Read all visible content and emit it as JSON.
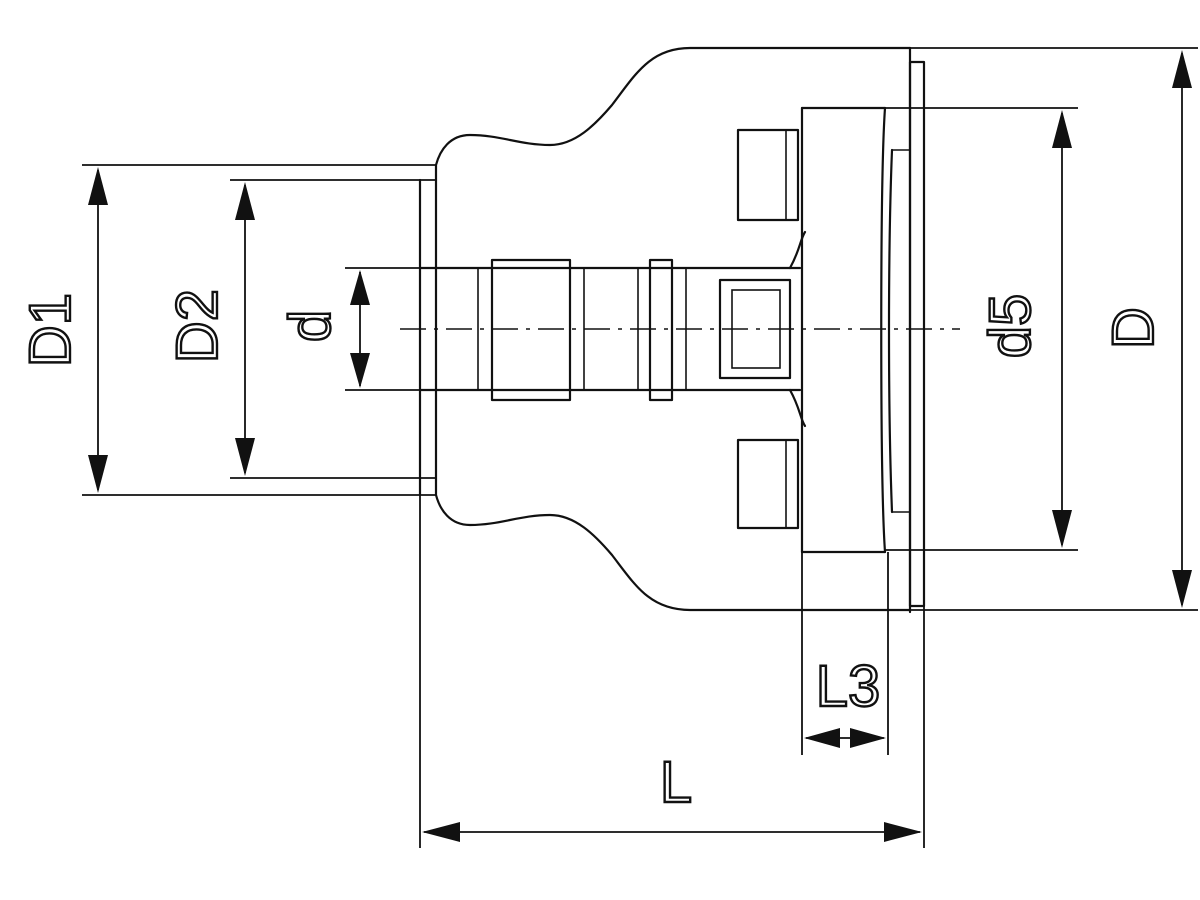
{
  "drawing": {
    "labels": {
      "D1": "D1",
      "D2": "D2",
      "d": "d",
      "d5": "d5",
      "D": "D",
      "L3": "L3",
      "L": "L"
    },
    "colors": {
      "line": "#111111",
      "background": "#ffffff"
    }
  }
}
